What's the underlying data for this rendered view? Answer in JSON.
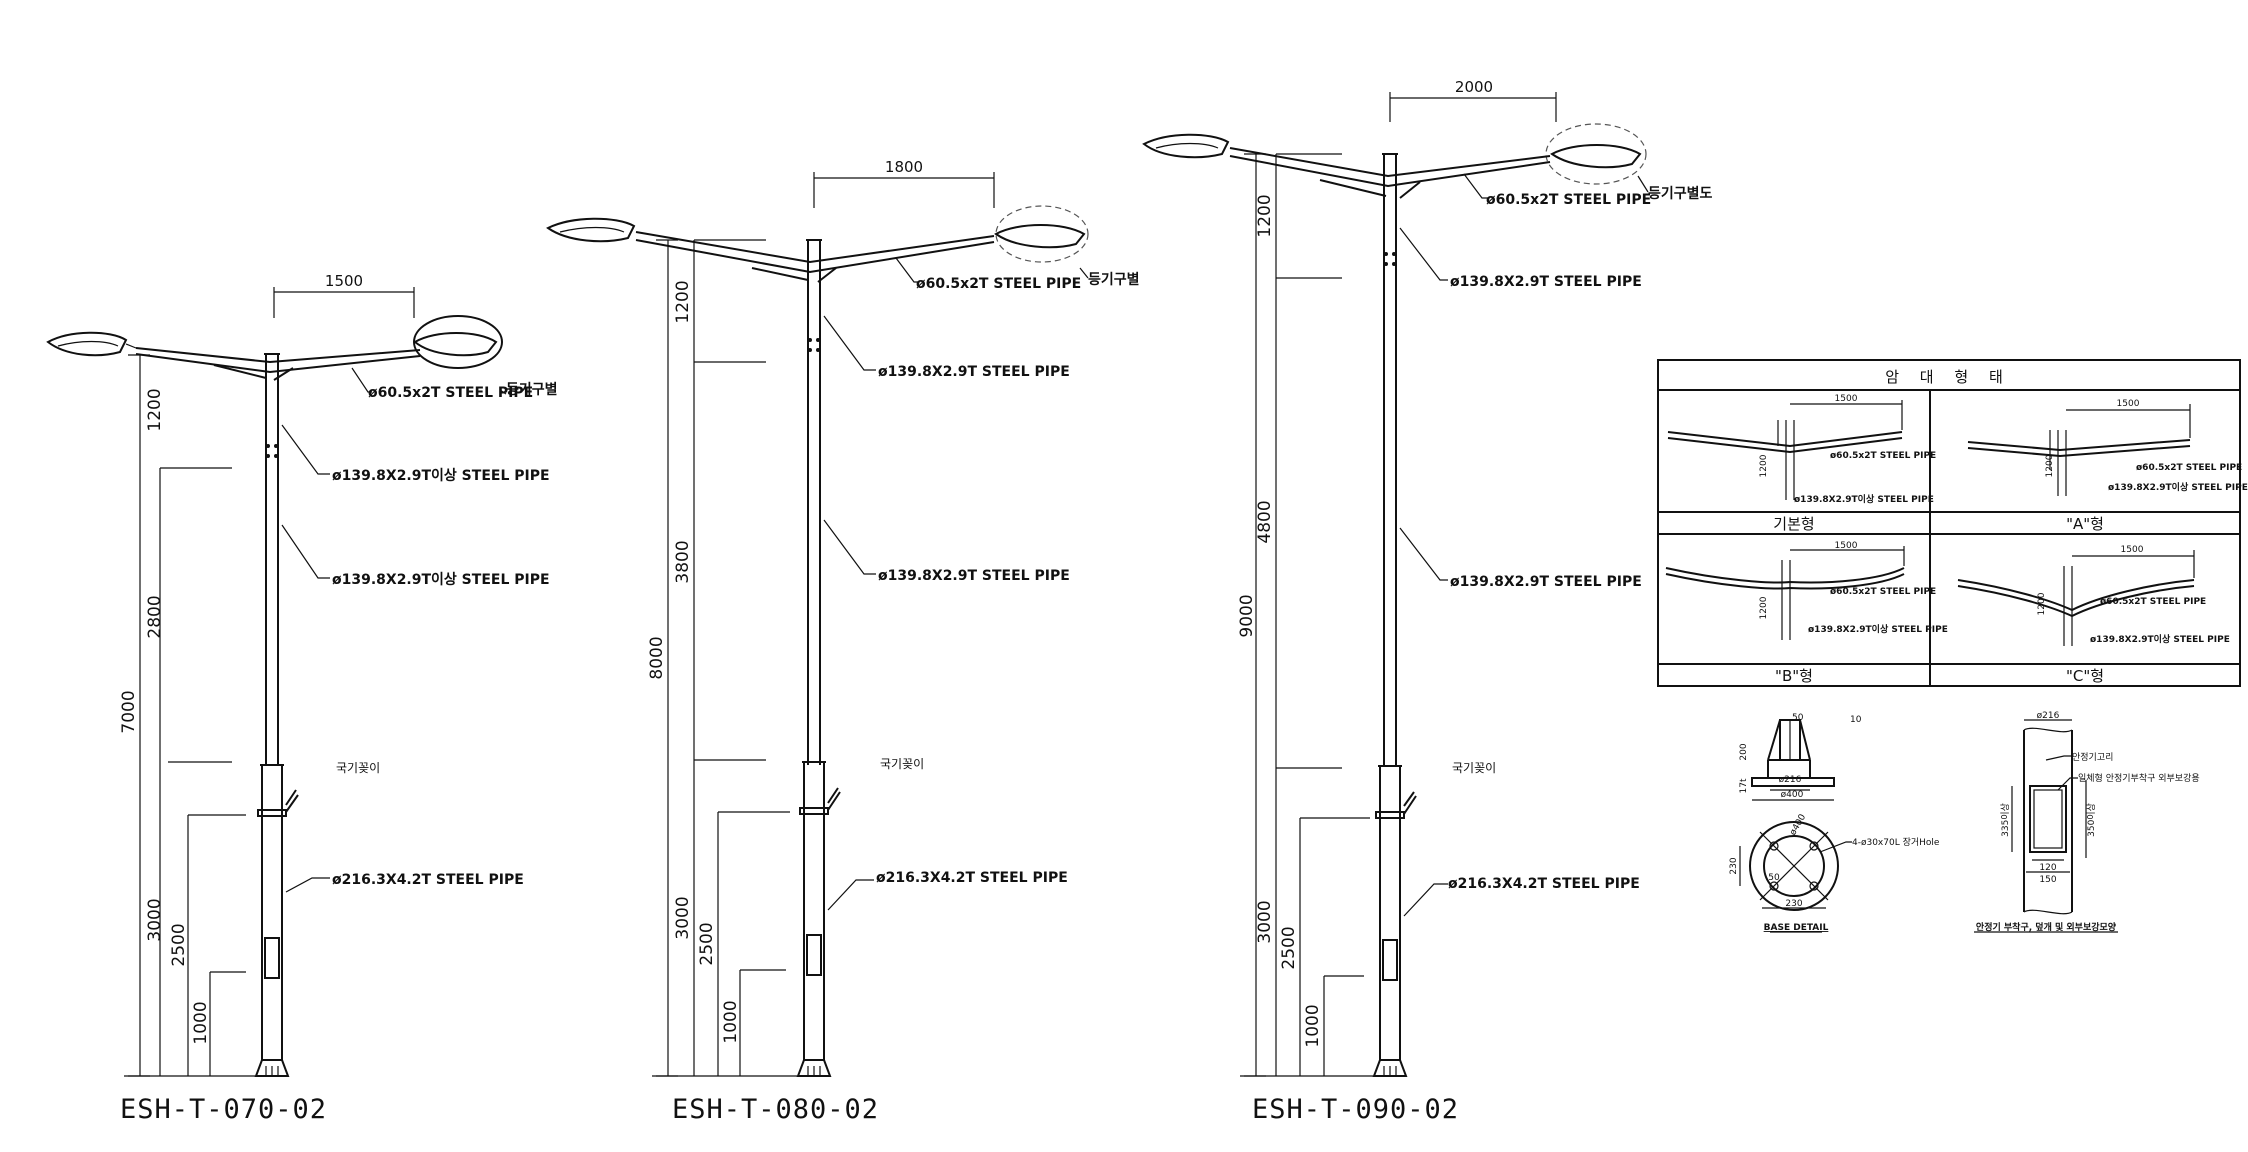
{
  "poles": [
    {
      "code": "ESH-T-070-02",
      "arm_span": "1500",
      "arm_pipe": "ø60.5x2T STEEL PIPE",
      "lamp_note": "등기구별",
      "upper_pipe_1": "ø139.8X2.9T이상 STEEL PIPE",
      "upper_pipe_2": "ø139.8X2.9T이상 STEEL PIPE",
      "flag_holder": "국기꽂이",
      "lower_pipe": "ø216.3X4.2T STEEL PIPE",
      "dims": {
        "total": "7000",
        "arm_drop": "1200",
        "mid": "2800",
        "base": "3000",
        "flag": "2500",
        "door": "1000"
      }
    },
    {
      "code": "ESH-T-080-02",
      "arm_span": "1800",
      "arm_pipe": "ø60.5x2T STEEL PIPE",
      "lamp_note": "등기구별",
      "upper_pipe_1": "ø139.8X2.9T STEEL PIPE",
      "upper_pipe_2": "ø139.8X2.9T STEEL PIPE",
      "flag_holder": "국기꽂이",
      "lower_pipe": "ø216.3X4.2T STEEL PIPE",
      "dims": {
        "total": "8000",
        "arm_drop": "1200",
        "mid": "3800",
        "base": "3000",
        "flag": "2500",
        "door": "1000"
      }
    },
    {
      "code": "ESH-T-090-02",
      "arm_span": "2000",
      "arm_pipe": "ø60.5x2T STEEL PIPE",
      "lamp_note": "등기구별도",
      "upper_pipe_1": "ø139.8X2.9T STEEL PIPE",
      "upper_pipe_2": "ø139.8X2.9T STEEL PIPE",
      "flag_holder": "국기꽂이",
      "lower_pipe": "ø216.3X4.2T STEEL PIPE",
      "dims": {
        "total": "9000",
        "arm_drop": "1200",
        "mid": "4800",
        "base": "3000",
        "flag": "2500",
        "door": "1000"
      }
    }
  ],
  "arm_table": {
    "title": "암 대 형 태",
    "cells": [
      {
        "caption": "기본형",
        "span": "1500",
        "arm_pipe": "ø60.5x2T STEEL PIPE",
        "pole_pipe": "ø139.8X2.9T이상 STEEL PIPE",
        "drop": "1200"
      },
      {
        "caption": "\"A\"형",
        "span": "1500",
        "arm_pipe": "ø60.5x2T STEEL PIPE",
        "pole_pipe": "ø139.8X2.9T이상 STEEL PIPE",
        "drop": "1200"
      },
      {
        "caption": "\"B\"형",
        "span": "1500",
        "arm_pipe": "ø60.5x2T STEEL PIPE",
        "pole_pipe": "ø139.8X2.9T이상 STEEL PIPE",
        "drop": "1200"
      },
      {
        "caption": "\"C\"형",
        "span": "1500",
        "arm_pipe": "ø60.5x2T STEEL PIPE",
        "pole_pipe": "ø139.8X2.9T이상 STEEL PIPE",
        "drop": "1200"
      }
    ]
  },
  "base_detail": {
    "title": "BASE DETAIL",
    "dims": {
      "rib_h": "200",
      "plate_t": "17t",
      "top_w": "50",
      "edge": "10",
      "pipe_d": "ø216",
      "plate_w": "ø400",
      "pcd": "ø400",
      "bolt_w": "230",
      "bolt_h": "230",
      "small": "50"
    },
    "hole_note": "4-ø30x70L 장거Hole"
  },
  "door_detail": {
    "title": "안정기 부착구, 덮개 및 외부보강모양",
    "dims": {
      "pipe_d": "ø216",
      "open_h": "335이상",
      "frame_h": "350이상",
      "open_w": "120",
      "frame_w": "150"
    },
    "notes": {
      "hook": "안정기고리",
      "cover": "일체형 안정기부착구 외부보강용"
    }
  }
}
